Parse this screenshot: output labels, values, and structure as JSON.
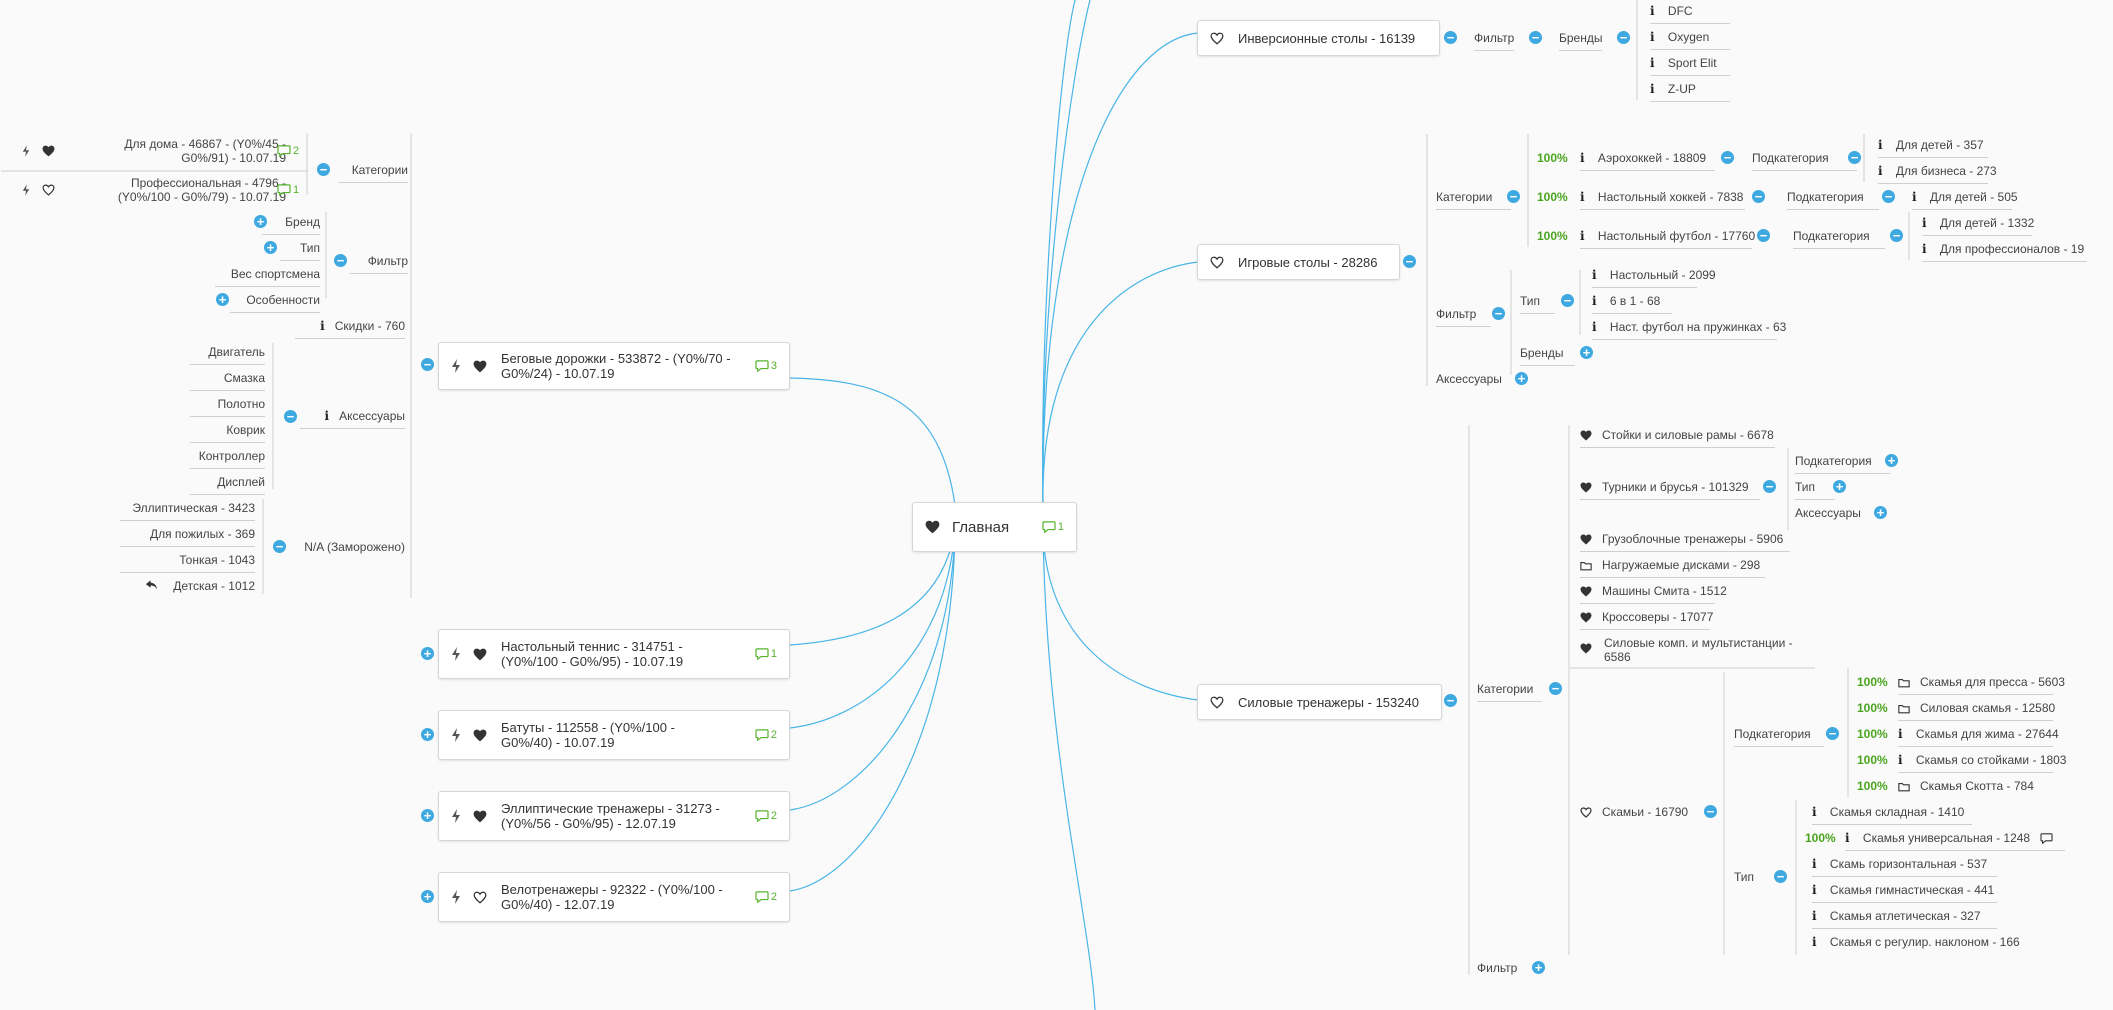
{
  "colors": {
    "wire": "#49b5e7",
    "toggle": "#3ea9e0",
    "percent": "#4aa51e",
    "comment": "#56b32d"
  },
  "root": {
    "label": "Главная",
    "comments": "1"
  },
  "left": {
    "begovye": {
      "label": "Беговые дорожки - 533872 - (Y0%/70 - G0%/24) - 10.07.19",
      "comments": "3"
    },
    "kategorii": "Категории",
    "dlya_doma": {
      "label": "Для дома - 46867 - (Y0%/45 - G0%/91) - 10.07.19",
      "comments": "2"
    },
    "professionalnaya": {
      "label": "Профессиональная - 4796 - (Y0%/100 - G0%/79) - 10.07.19",
      "comments": "1"
    },
    "filtr": "Фильтр",
    "brend": "Бренд",
    "tip": "Тип",
    "ves": "Вес спортсмена",
    "osobennosti": "Особенности",
    "skidki": "Скидки - 760",
    "aksessuary": "Аксессуары",
    "acc_items": [
      "Двигатель",
      "Смазка",
      "Полотно",
      "Коврик",
      "Контроллер",
      "Дисплей"
    ],
    "na": "N/A (Заморожено)",
    "na_items": [
      "Эллиптическая - 3423",
      "Для пожилых - 369",
      "Тонкая - 1043",
      "Детская - 1012"
    ],
    "tennis": {
      "label": "Настольный теннис - 314751 - (Y0%/100 - G0%/95) - 10.07.19",
      "comments": "1"
    },
    "batuty": {
      "label": "Батуты - 112558 - (Y0%/100 - G0%/40) - 10.07.19",
      "comments": "2"
    },
    "ellipt": {
      "label": "Эллиптические тренажеры - 31273 - (Y0%/56 - G0%/95) - 12.07.19",
      "comments": "2"
    },
    "velo": {
      "label": "Велотренажеры - 92322 - (Y0%/100 - G0%/40) - 12.07.19",
      "comments": "2"
    }
  },
  "inversion": {
    "label": "Инверсионные столы - 16139",
    "filtr": "Фильтр",
    "brendy": "Бренды",
    "brands": [
      "DFC",
      "Oxygen",
      "Sport Elit",
      "Z-UP"
    ]
  },
  "igrovye": {
    "label": "Игровые столы - 28286",
    "kategorii": "Категории",
    "filtr": "Фильтр",
    "aksessuary": "Аксессуары",
    "aero": {
      "pct": "100%",
      "label": "Аэрохоккей - 18809",
      "sub": "Подкатегория",
      "items": [
        "Для детей - 357",
        "Для бизнеса - 273"
      ]
    },
    "hockey": {
      "pct": "100%",
      "label": "Настольный хоккей - 7838",
      "sub": "Подкатегория",
      "items": [
        "Для детей - 505"
      ]
    },
    "football": {
      "pct": "100%",
      "label": "Настольный футбол - 17760",
      "sub": "Подкатегория",
      "items": [
        "Для детей - 1332",
        "Для профессионалов - 19"
      ]
    },
    "tip": "Тип",
    "tip_items": [
      "Настольный - 2099",
      "6 в 1 - 68",
      "Наст. футбол на пружинках - 63"
    ],
    "brendy": "Бренды"
  },
  "silovye": {
    "label": "Силовые тренажеры - 153240",
    "kategorii": "Категории",
    "filtr": "Фильтр",
    "stoyki": "Стойки и силовые рамы - 6678",
    "turniki": "Турники и брусья - 101329",
    "turniki_sub": [
      "Подкатегория",
      "Тип",
      "Аксессуары"
    ],
    "gruz": "Грузоблочные тренажеры - 5906",
    "nagruzh": "Нагружаемые дисками - 298",
    "smita": "Машины Смита - 1512",
    "krossovery": "Кроссоверы - 17077",
    "silkomp": "Силовые комп. и мультистанции - 6586",
    "skamyi": "Скамьи - 16790",
    "podkat": "Подкатегория",
    "podkat_items": [
      {
        "pct": "100%",
        "icon": "folder-icon",
        "label": "Скамья для пресса - 5603"
      },
      {
        "pct": "100%",
        "icon": "folder-icon",
        "label": "Силовая скамья - 12580"
      },
      {
        "pct": "100%",
        "icon": "info-icon",
        "label": "Скамья для жима - 27644"
      },
      {
        "pct": "100%",
        "icon": "info-icon",
        "label": "Скамья со стойками - 1803"
      },
      {
        "pct": "100%",
        "icon": "folder-icon",
        "label": "Скамья Скотта - 784"
      }
    ],
    "tip": "Тип",
    "tip_items": [
      {
        "pct": "",
        "label": "Скамья складная - 1410"
      },
      {
        "pct": "100%",
        "label": "Скамья универсальная - 1248"
      },
      {
        "pct": "",
        "label": "Скамь горизонтальная - 537"
      },
      {
        "pct": "",
        "label": "Скамья гимнастическая - 441"
      },
      {
        "pct": "",
        "label": "Скамья атлетическая - 327"
      },
      {
        "pct": "",
        "label": "Скамья с регулир. наклоном - 166"
      }
    ]
  }
}
